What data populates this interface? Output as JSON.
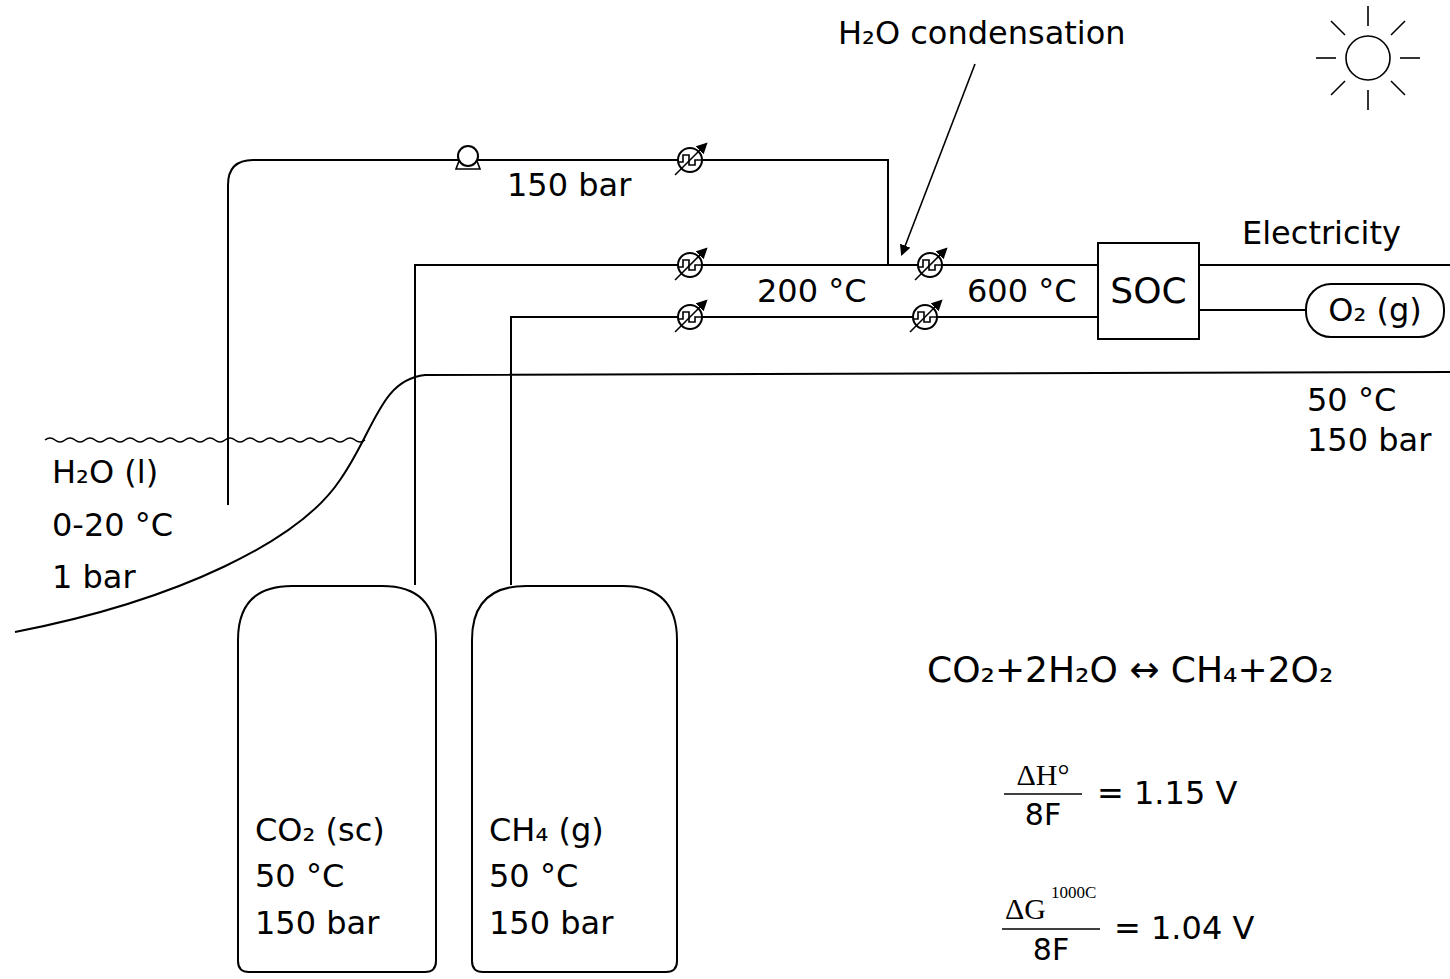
{
  "diagram": {
    "nodes": [
      {
        "text": [
          "SOC"
        ]
      },
      {
        "text": [
          "O₂ (g)"
        ]
      },
      {
        "text": [
          "CO₂ (sc)",
          "50 °C",
          "150 bar"
        ]
      },
      {
        "text": [
          "CH₄ (g)",
          "50 °C",
          "150 bar"
        ]
      }
    ],
    "edges": [
      {
        "from": 2,
        "to": 0,
        "arrow": "none"
      },
      {
        "from": 3,
        "to": 0,
        "arrow": "none"
      },
      {
        "from": 0,
        "to": 1,
        "arrow": "none"
      }
    ],
    "labels": [
      "H₂O condensation",
      "150 bar",
      "200 °C",
      "600 °C",
      "Electricity",
      "50 °C",
      "150 bar",
      "H₂O (l)",
      "0-20 °C",
      "1 bar",
      "CO₂+2H₂O ↔ CH₄+2O₂",
      "ΔH°",
      "8F",
      "= 1.15 V",
      "ΔG",
      "1000C",
      "8F",
      "= 1.04 V"
    ]
  }
}
